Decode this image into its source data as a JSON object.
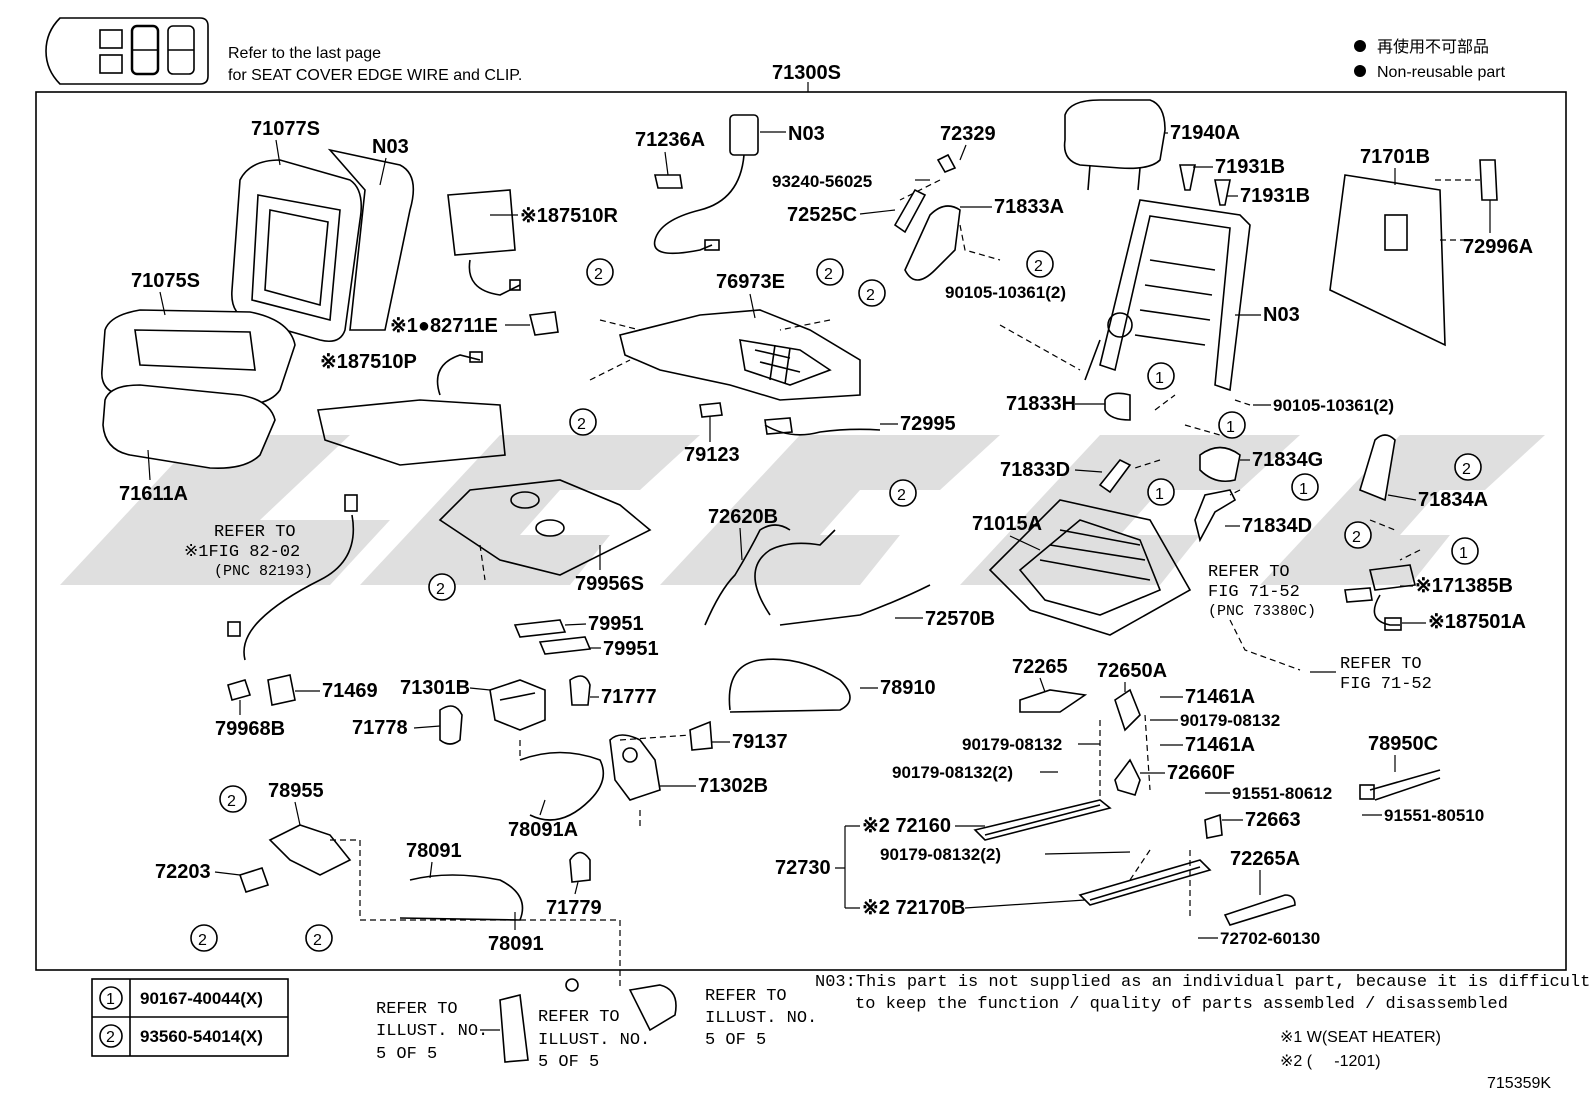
{
  "header": {
    "refer_note_line1": "Refer to the last page",
    "refer_note_line2": "for SEAT COVER EDGE WIRE and CLIP.",
    "legend_line1": "再使用不可部品",
    "legend_line2": "Non-reusable part",
    "assembly_no": "71300S"
  },
  "callouts": {
    "c71077S": "71077S",
    "cN03a": "N03",
    "c187510R": "※187510R",
    "c71075S": "71075S",
    "c182711E": "※1●82711E",
    "c187510P": "※187510P",
    "c71611A": "71611A",
    "c71236A": "71236A",
    "cN03b": "N03",
    "c76973E": "76973E",
    "c79123": "79123",
    "c72995": "72995",
    "c72329": "72329",
    "c9324056025": "93240-56025",
    "c72525C": "72525C",
    "c71833A": "71833A",
    "c9010510361a": "90105-10361(2)",
    "c71940A": "71940A",
    "c71931Ba": "71931B",
    "c71931Bb": "71931B",
    "cN03c": "N03",
    "c71701B": "71701B",
    "c72996A": "72996A",
    "c71833H": "71833H",
    "c9010510361b": "90105-10361(2)",
    "c71834G": "71834G",
    "c71833D": "71833D",
    "c71834A": "71834A",
    "c71834D": "71834D",
    "c71015A": "71015A",
    "c171385B": "※171385B",
    "c187501A": "※187501A",
    "c79956S": "79956S",
    "c72620B": "72620B",
    "c72570B": "72570B",
    "c79951a": "79951",
    "c79951b": "79951",
    "c78910": "78910",
    "c71469": "71469",
    "c79968B": "79968B",
    "c71301B": "71301B",
    "c71777": "71777",
    "c71778": "71778",
    "c79137": "79137",
    "c71302B": "71302B",
    "c78091A": "78091A",
    "c78955": "78955",
    "c72203": "72203",
    "c78091a": "78091",
    "c78091b": "78091",
    "c71779": "71779",
    "c72265": "72265",
    "c72650A": "72650A",
    "c71461Aa": "71461A",
    "c9017908132a": "90179-08132",
    "c9017908132b": "90179-08132",
    "c71461Ab": "71461A",
    "c9017908132c": "90179-08132(2)",
    "c72660F": "72660F",
    "c9155180612": "91551-80612",
    "c72663": "72663",
    "c78950C": "78950C",
    "c9155180510": "91551-80510",
    "c72160": "※2 72160",
    "c72730": "72730",
    "c9017908132d": "90179-08132(2)",
    "c72265A": "72265A",
    "c72170B": "※2 72170B",
    "c7270260130": "72702-60130"
  },
  "refer_notes": {
    "fig82_l1": "REFER TO",
    "fig82_l2": "※1FIG 82-02",
    "fig82_l3": "(PNC 82193)",
    "fig7152a_l1": "REFER TO",
    "fig7152a_l2": "FIG 71-52",
    "fig7152a_l3": "(PNC 73380C)",
    "fig7152b_l1": "REFER TO",
    "fig7152b_l2": "FIG 71-52",
    "ill1_l1": "REFER TO",
    "ill1_l2": "ILLUST. NO.",
    "ill1_l3": "5 OF 5",
    "ill2_l1": "REFER TO",
    "ill2_l2": "ILLUST. NO.",
    "ill2_l3": "5 OF 5",
    "ill3_l1": "REFER TO",
    "ill3_l2": "ILLUST. NO.",
    "ill3_l3": "5 OF 5"
  },
  "fastener_table": [
    {
      "key": "1",
      "part": "90167-40044(X)"
    },
    {
      "key": "2",
      "part": "93560-54014(X)"
    }
  ],
  "footnotes": {
    "n03_line1": "N03:This part is not supplied as an individual part, because it is difficult",
    "n03_line2": "to keep the function / quality of parts assembled / disassembled",
    "note1": "※1 W(SEAT HEATER)",
    "note2": "※2 (     -1201)",
    "illustration_id": "715359K"
  }
}
